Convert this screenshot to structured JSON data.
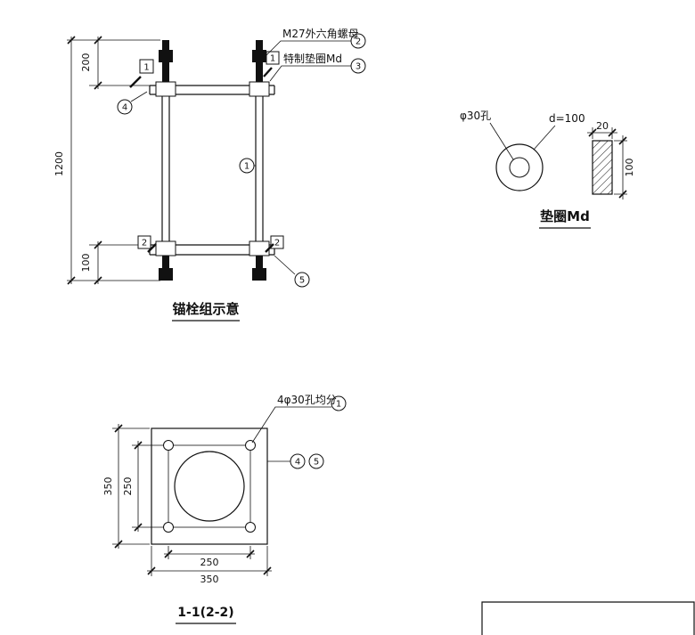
{
  "anchor_view": {
    "title": "锚栓组示意",
    "dim_total": "1200",
    "dim_top": "200",
    "dim_bottom": "100",
    "label_nut": "M27外六角螺母",
    "label_washer": "特制垫圈Md",
    "callout_rod": "1",
    "callout_nut": "2",
    "callout_washer": "3",
    "callout_plate": "4",
    "callout_anchor": "5",
    "section_mark_top": "1",
    "section_mark_bottom": "2"
  },
  "washer_view": {
    "title": "垫圈Md",
    "label_hole": "φ30孔",
    "label_dia": "d=100",
    "dim_thickness": "20",
    "dim_height": "100"
  },
  "section_view": {
    "title": "1-1(2-2)",
    "label_holes": "4φ30孔均分",
    "callout_holes": "1",
    "callout_plate": "4",
    "callout_anchor": "5",
    "dim_spacing_v": "250",
    "dim_plate_v": "350",
    "dim_spacing_h": "250",
    "dim_plate_h": "350"
  }
}
